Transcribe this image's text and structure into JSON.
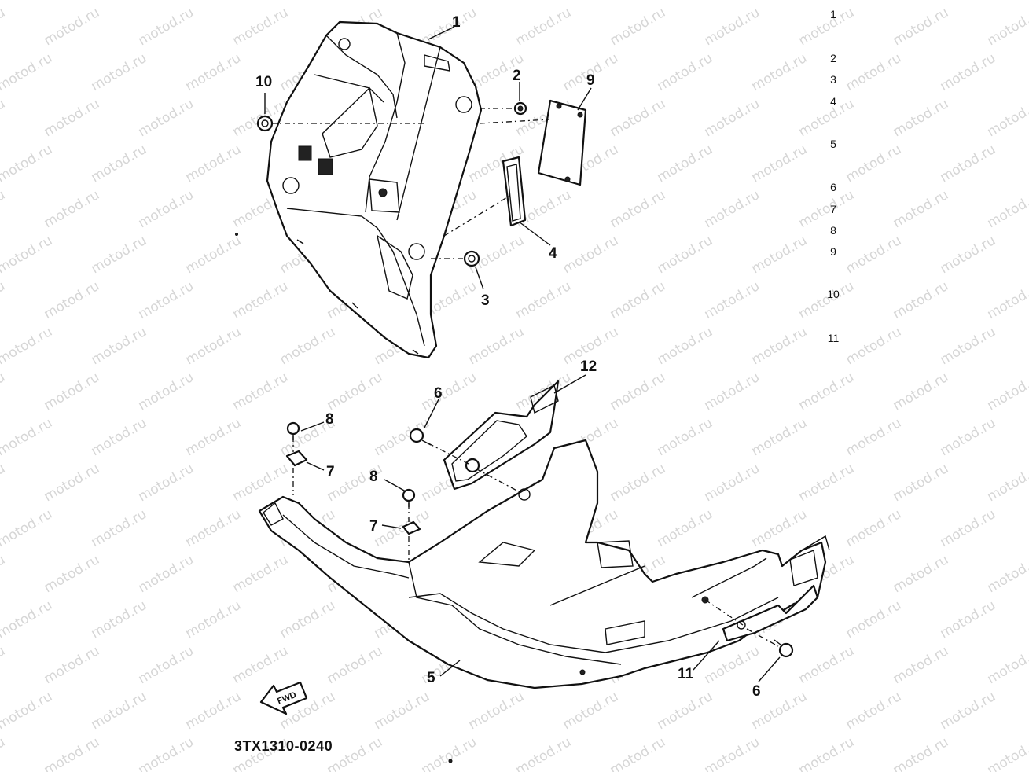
{
  "watermark": "motod.ru",
  "diagram_code": "3TX1310-0240",
  "forward_label": "FWD",
  "callouts": [
    "1",
    "2",
    "3",
    "4",
    "5",
    "6",
    "6",
    "7",
    "7",
    "8",
    "8",
    "9",
    "10",
    "11",
    "12"
  ],
  "index_list": [
    "1",
    "2",
    "3",
    "4",
    "5",
    "6",
    "7",
    "8",
    "9",
    "10",
    "11"
  ]
}
